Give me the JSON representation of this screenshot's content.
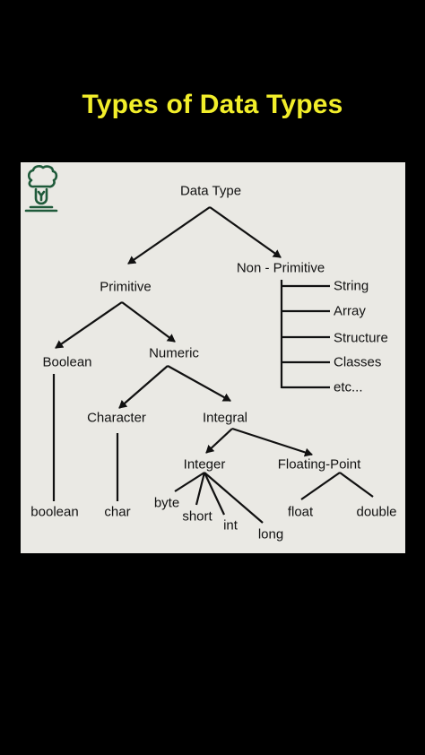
{
  "title": "Types of Data Types",
  "diagram": {
    "root": "Data Type",
    "primitive": "Primitive",
    "non_primitive": "Non - Primitive",
    "boolean": "Boolean",
    "numeric": "Numeric",
    "character": "Character",
    "integral": "Integral",
    "integer": "Integer",
    "floating_point": "Floating-Point",
    "leaf_boolean": "boolean",
    "leaf_char": "char",
    "leaf_byte": "byte",
    "leaf_short": "short",
    "leaf_int": "int",
    "leaf_long": "long",
    "leaf_float": "float",
    "leaf_double": "double",
    "np_items": [
      "String",
      "Array",
      "Structure",
      "Classes",
      "etc..."
    ]
  },
  "colors": {
    "title": "#f2ee2a",
    "panel": "#eae9e4",
    "line": "#111111",
    "background": "#000000"
  },
  "icons": [
    "brain-bulb-logo-icon"
  ]
}
